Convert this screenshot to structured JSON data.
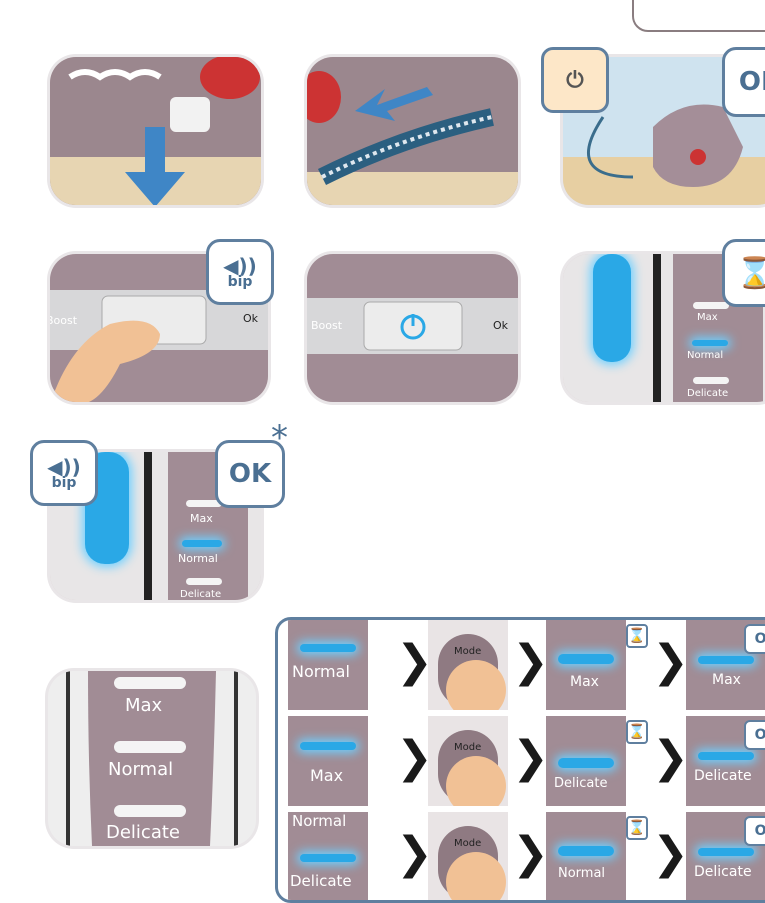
{
  "step_badges": {
    "ok": "OK",
    "bip": "bip"
  },
  "step6_labels": {
    "max": "Max",
    "normal": "Normal",
    "delicate": "Delicate"
  },
  "step7_labels": {
    "max": "Max",
    "normal": "Normal",
    "delicate": "Delicate"
  },
  "panel_buttons": {
    "boost": "Boost",
    "ok": "Ok"
  },
  "asterisk": "*",
  "mode_selector": {
    "max": "Max",
    "normal": "Normal",
    "delicate": "Delicate"
  },
  "sequence": {
    "mode_label": "Mode",
    "rows": [
      {
        "start": "Normal",
        "blink": "Max",
        "end": "Max",
        "ok": "OK"
      },
      {
        "start": "Max",
        "blink": "Delicate",
        "end": "Delicate",
        "ok": "OK"
      },
      {
        "start": "Normal",
        "start_lower": "Delicate",
        "blink": "Normal",
        "end": "Delicate",
        "ok": "OK"
      }
    ]
  },
  "icons": [
    "hourglass-icon",
    "speaker-icon",
    "power-icon",
    "arrow-icon",
    "chevron-right-icon"
  ],
  "colors": {
    "frame": "#5f7f9f",
    "glow": "#2aa8e6",
    "body": "#8f7a82"
  }
}
